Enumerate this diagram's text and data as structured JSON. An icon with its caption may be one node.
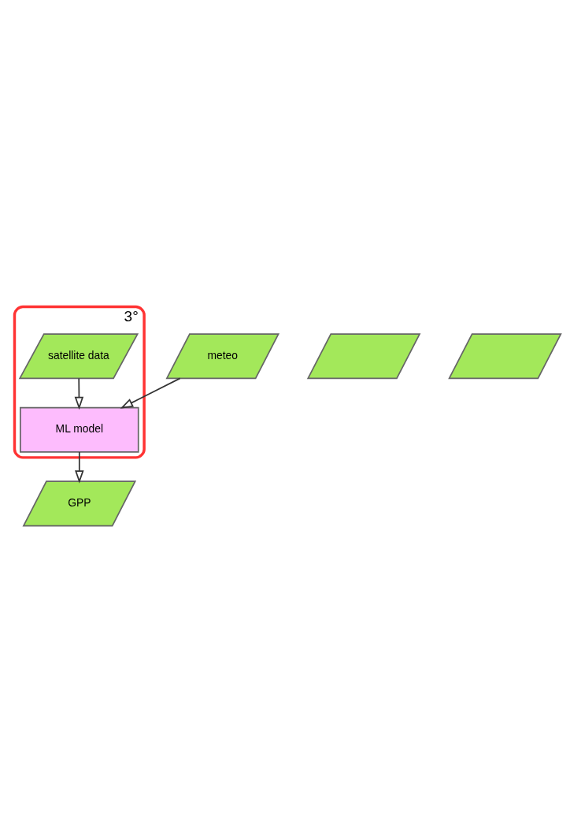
{
  "diagram": {
    "nodes": [
      {
        "text": [
          "3°"
        ]
      },
      {
        "text": [
          "satellite data"
        ],
        "in": 0
      },
      {
        "text": [
          "meteo"
        ]
      },
      {
        "text": [
          "ML model"
        ],
        "in": 0
      },
      {
        "text": [
          "GPP"
        ]
      },
      {
        "text": [],
        "shape": "parallelogram"
      },
      {
        "text": [],
        "shape": "parallelogram"
      }
    ],
    "edges": [
      {
        "from": 1,
        "to": 3,
        "arrow": "to"
      },
      {
        "from": 2,
        "to": 3,
        "arrow": "to"
      },
      {
        "from": 3,
        "to": 4,
        "arrow": "to"
      }
    ]
  }
}
